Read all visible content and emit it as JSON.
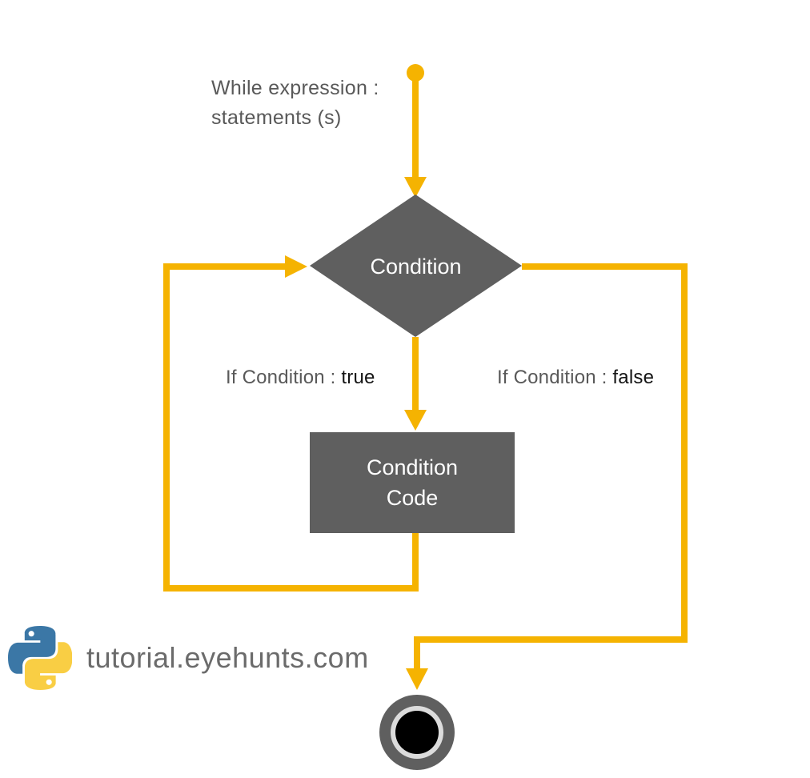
{
  "diagram": {
    "loop_header": {
      "line1": "While expression :",
      "line2": "statements (s)"
    },
    "nodes": {
      "condition": {
        "type": "decision",
        "label": "Condition"
      },
      "condition_code": {
        "type": "process",
        "line1": "Condition",
        "line2": "Code"
      },
      "start": {
        "type": "start-dot"
      },
      "end": {
        "type": "end-terminal"
      }
    },
    "edges": {
      "true_branch": {
        "prefix": "If Condition : ",
        "value": "true"
      },
      "false_branch": {
        "prefix": "If Condition : ",
        "value": "false"
      }
    }
  },
  "watermark": {
    "site": "tutorial.eyehunts.com",
    "logo": "python-logo"
  },
  "colors": {
    "background": "#FFFFFF",
    "connector": "#F5B301",
    "node_fill": "#5F5F5F",
    "node_text": "#FFFFFF",
    "label_gray": "#595959",
    "label_black": "#141414",
    "terminal_ring": "#DCDCDC",
    "terminal_core": "#000000",
    "watermark_text": "#6B6B6B",
    "python_blue": "#3B77A6",
    "python_yellow": "#F9CE44"
  }
}
